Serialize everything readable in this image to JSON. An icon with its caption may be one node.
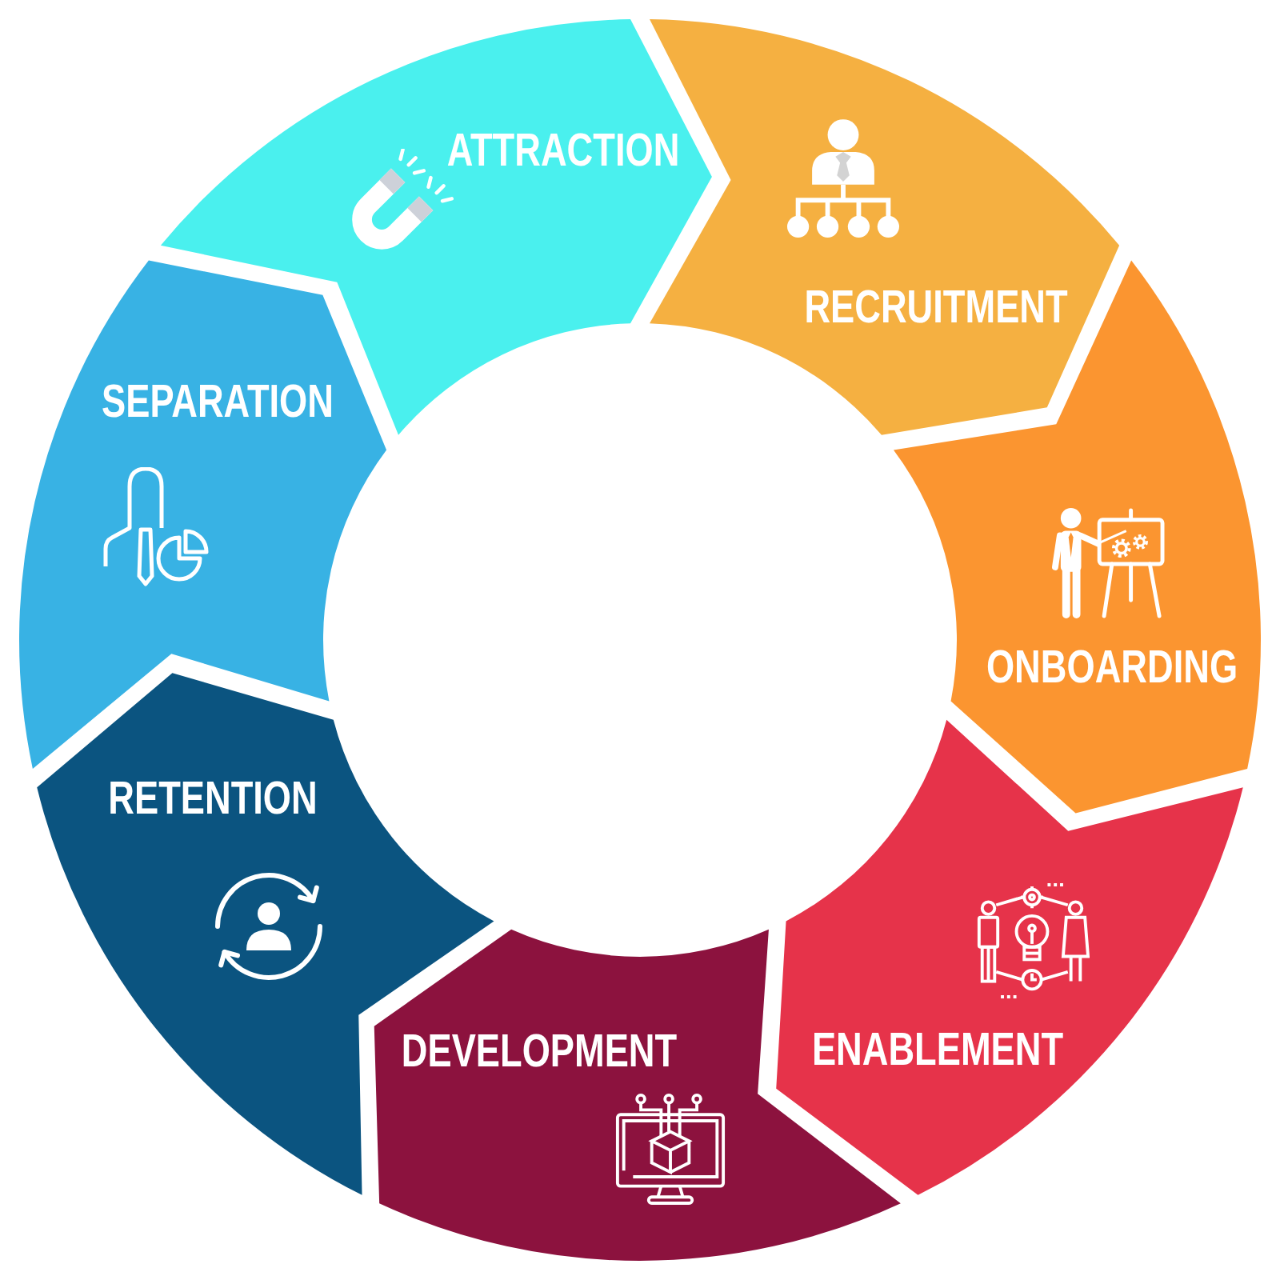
{
  "diagram": {
    "nodes": [
      {
        "text": [
          "ATTRACTION"
        ]
      },
      {
        "text": [
          "RECRUITMENT"
        ]
      },
      {
        "text": [
          "ONBOARDING"
        ]
      },
      {
        "text": [
          "ENABLEMENT"
        ]
      },
      {
        "text": [
          "DEVELOPMENT"
        ]
      },
      {
        "text": [
          "RETENTION"
        ]
      },
      {
        "text": [
          "SEPARATION"
        ]
      }
    ]
  }
}
